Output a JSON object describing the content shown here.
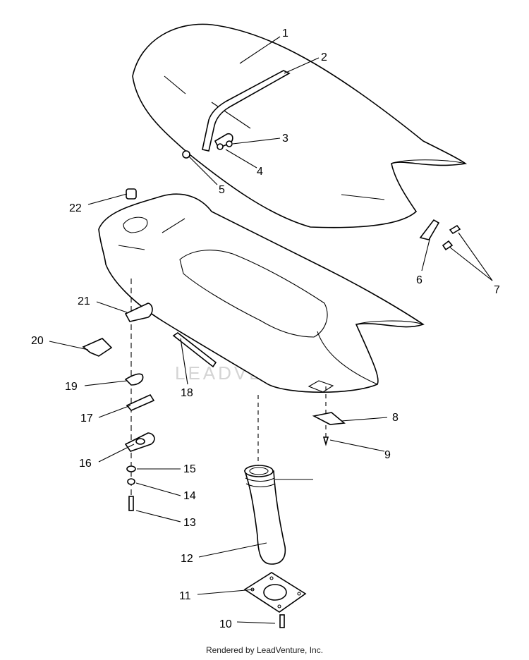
{
  "callouts": [
    "1",
    "2",
    "3",
    "4",
    "5",
    "6",
    "7",
    "8",
    "9",
    "10",
    "11",
    "12",
    "13",
    "14",
    "15",
    "16",
    "17",
    "18",
    "19",
    "20",
    "21",
    "22"
  ],
  "watermark": {
    "brand": "LEADVENTURE"
  },
  "footer": {
    "text": "Rendered by LeadVenture, Inc."
  }
}
